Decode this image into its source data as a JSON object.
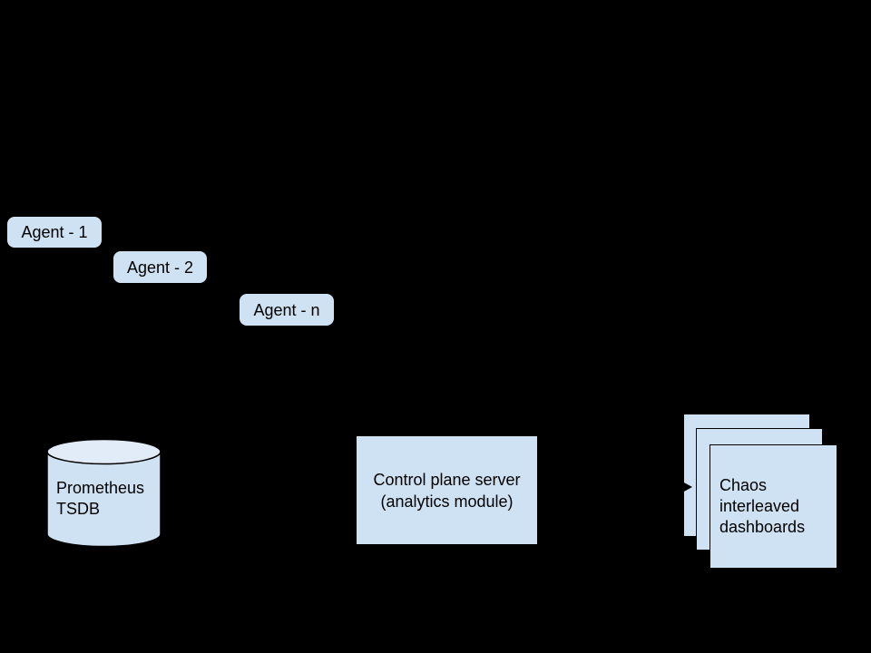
{
  "canvas": {
    "background": "#000000"
  },
  "palette": {
    "node_fill": "#cfe2f3",
    "cylinder_top_fill": "#e2ecf8",
    "outline": "#000000",
    "text": "#000000"
  },
  "agents": {
    "items": [
      {
        "label": "Agent - 1"
      },
      {
        "label": "Agent - 2"
      },
      {
        "label": "Agent - n"
      }
    ]
  },
  "database": {
    "label": "Prometheus\nTSDB"
  },
  "server": {
    "label": "Control plane server\n(analytics module)"
  },
  "dashboards": {
    "label": "Chaos\ninterleaved\ndashboards",
    "stack_count": 3
  },
  "connectors": {
    "to_dashboards_arrowhead_direction": "right"
  }
}
